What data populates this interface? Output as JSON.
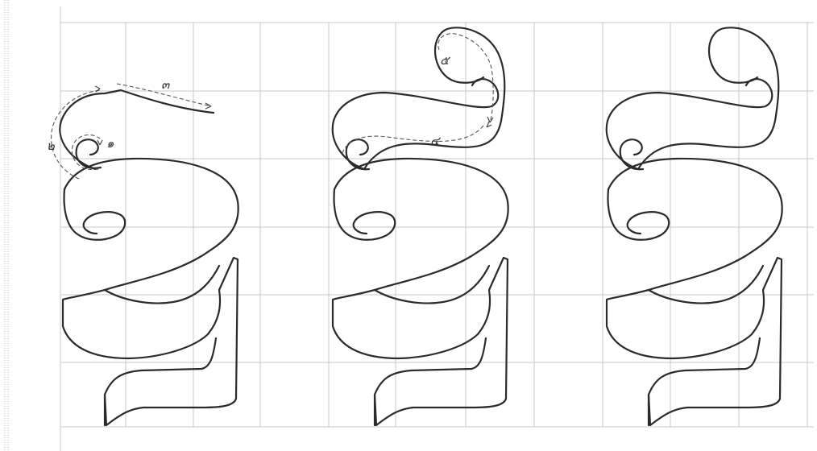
{
  "page": {
    "description_free": true
  },
  "stroke_numbers": {
    "step1": "๑",
    "step2": "๒",
    "step3": "๓",
    "step4": "๔",
    "step5": "๕"
  },
  "colors": {
    "grid": "#c8c8c8",
    "outline": "#2b2b2b",
    "guide": "#555555"
  }
}
